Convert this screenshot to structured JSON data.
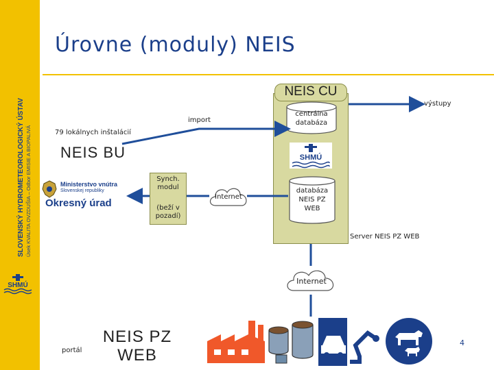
{
  "sidebar": {
    "institute": "SLOVENSKÝ HYDROMETEOROLOGICKÝ ÚSTAV",
    "department": "Úsek KVALITA OVZDUŠIA – Odbor EMISIE A BIOPALIVÁ",
    "logo_text": "SHMÚ"
  },
  "title": "Úrovne (moduly) NEIS",
  "diagram": {
    "neis_cu": "NEIS CU",
    "central_db": "centrálna databáza",
    "import": "import",
    "outputs": "výstupy",
    "local_installations": "79 lokálnych inštalácií",
    "neis_bu": "NEIS BU",
    "shmu_logo": "SHMÚ",
    "ministry_line1": "Ministerstvo vnútra",
    "ministry_line2": "Slovenskej republiky",
    "district_office": "Okresný úrad",
    "synch_module": "Synch. modul",
    "background": "(beží v pozadí)",
    "internet_top": "Internet",
    "neis_pz_db": "databáza NEIS PZ WEB",
    "server": "Server NEIS PZ WEB",
    "internet_bottom": "Internet",
    "portal": "portál",
    "neis_pz_web": "NEIS PZ WEB"
  },
  "page_number": "4",
  "colors": {
    "sidebar": "#f2c100",
    "title": "#1b3f8a",
    "server_box": "#d8d9a0",
    "server_border": "#8a8d4a",
    "arrow": "#1f4e9a",
    "icon_blue": "#1b3f8a",
    "factory": "#f0582a"
  }
}
